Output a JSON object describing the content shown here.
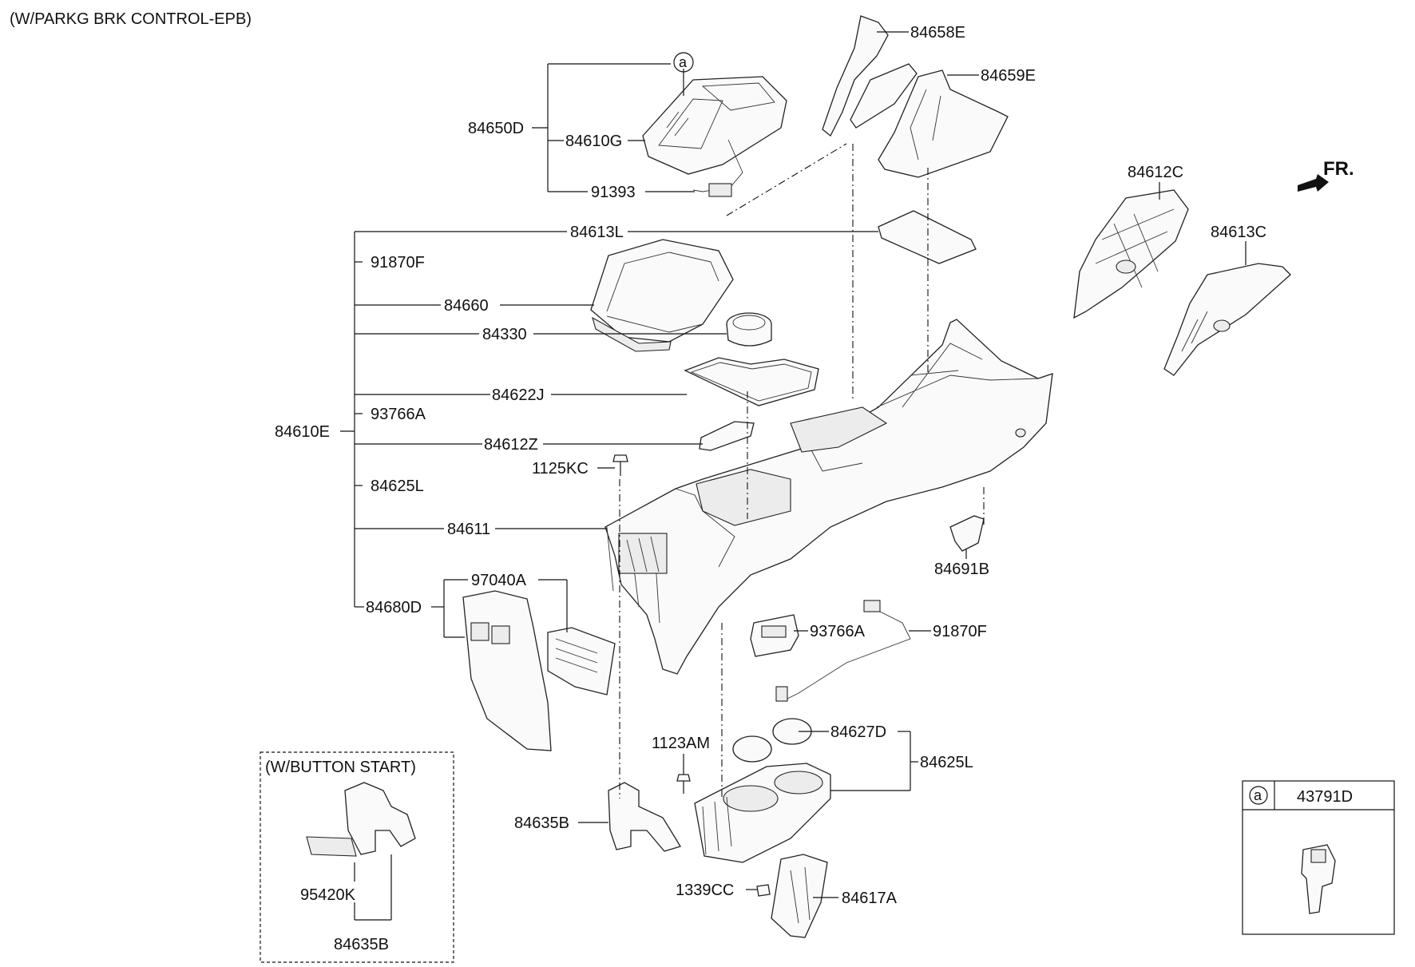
{
  "diagram": {
    "title": "(W/PARKG BRK CONTROL-EPB)",
    "front_marker": "FR.",
    "button_start_title": "(W/BUTTON START)",
    "callout_symbol": "a",
    "callout_box_part": "43791D",
    "labels": {
      "l84658E": "84658E",
      "l84659E": "84659E",
      "l84650D": "84650D",
      "l84610G": "84610G",
      "l91393": "91393",
      "l84612C": "84612C",
      "l84613C": "84613C",
      "l84613L": "84613L",
      "l91870F_a": "91870F",
      "l84660": "84660",
      "l84330": "84330",
      "l84622J": "84622J",
      "l93766A_a": "93766A",
      "l84610E": "84610E",
      "l84612Z": "84612Z",
      "l1125KC": "1125KC",
      "l84625L_a": "84625L",
      "l84611": "84611",
      "l84691B": "84691B",
      "l97040A": "97040A",
      "l84680D": "84680D",
      "l93766A_b": "93766A",
      "l91870F_b": "91870F",
      "l84627D": "84627D",
      "l1123AM": "1123AM",
      "l84625L_b": "84625L",
      "l84635B_a": "84635B",
      "l1339CC": "1339CC",
      "l84617A": "84617A",
      "l95420K": "95420K",
      "l84635B_b": "84635B"
    }
  }
}
